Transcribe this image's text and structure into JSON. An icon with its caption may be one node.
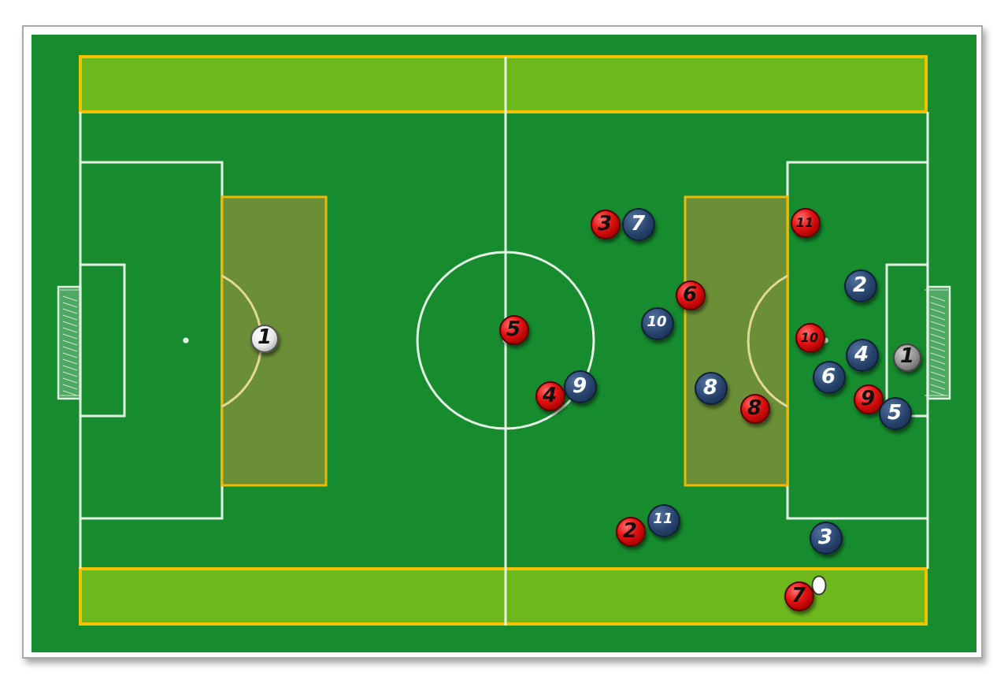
{
  "diagram": {
    "nodes": [
      {
        "text": [
          "3"
        ]
      },
      {
        "text": [
          "7"
        ]
      },
      {
        "text": [
          "11"
        ]
      },
      {
        "text": [
          "6"
        ]
      },
      {
        "text": [
          "2"
        ]
      },
      {
        "text": [
          "1"
        ]
      },
      {
        "text": [
          "5"
        ]
      },
      {
        "text": [
          "10"
        ]
      },
      {
        "text": [
          "10"
        ]
      },
      {
        "text": [
          "4"
        ]
      },
      {
        "text": [
          "1"
        ]
      },
      {
        "text": [
          "4"
        ]
      },
      {
        "text": [
          "9"
        ]
      },
      {
        "text": [
          "8"
        ]
      },
      {
        "text": [
          "8"
        ]
      },
      {
        "text": [
          "6"
        ]
      },
      {
        "text": [
          "9"
        ]
      },
      {
        "text": [
          "5"
        ]
      },
      {
        "text": [
          "2"
        ]
      },
      {
        "text": [
          "11"
        ]
      },
      {
        "text": [
          "3"
        ]
      },
      {
        "text": [
          "7"
        ]
      }
    ]
  }
}
